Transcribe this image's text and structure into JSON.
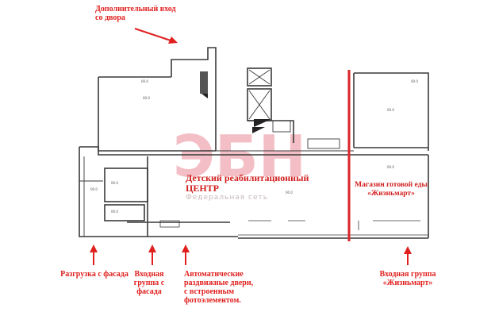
{
  "labels": {
    "back_entrance": "Дополнительный вход со двора",
    "unloading": "Разгрузка с фасада",
    "facade_entrance": "Входная группа с фасада",
    "auto_doors": "Автоматические раздвижные двери, с встроенным фотоэлементом.",
    "store_entrance": "Входная группа «Жизньмарт»"
  },
  "rooms": {
    "rehab_center": "Детский реабилитационный  ЦЕНТР",
    "grocery_store": "Магазин готовой еды «Жизньмарт»"
  },
  "watermark": {
    "logo": "ЭБН",
    "tagline": "Федеральная сеть"
  },
  "colors": {
    "annotation": "#e0201e",
    "divider": "#d8262a",
    "watermark": "#f2b7bf",
    "wall": "#3a3a3a"
  }
}
